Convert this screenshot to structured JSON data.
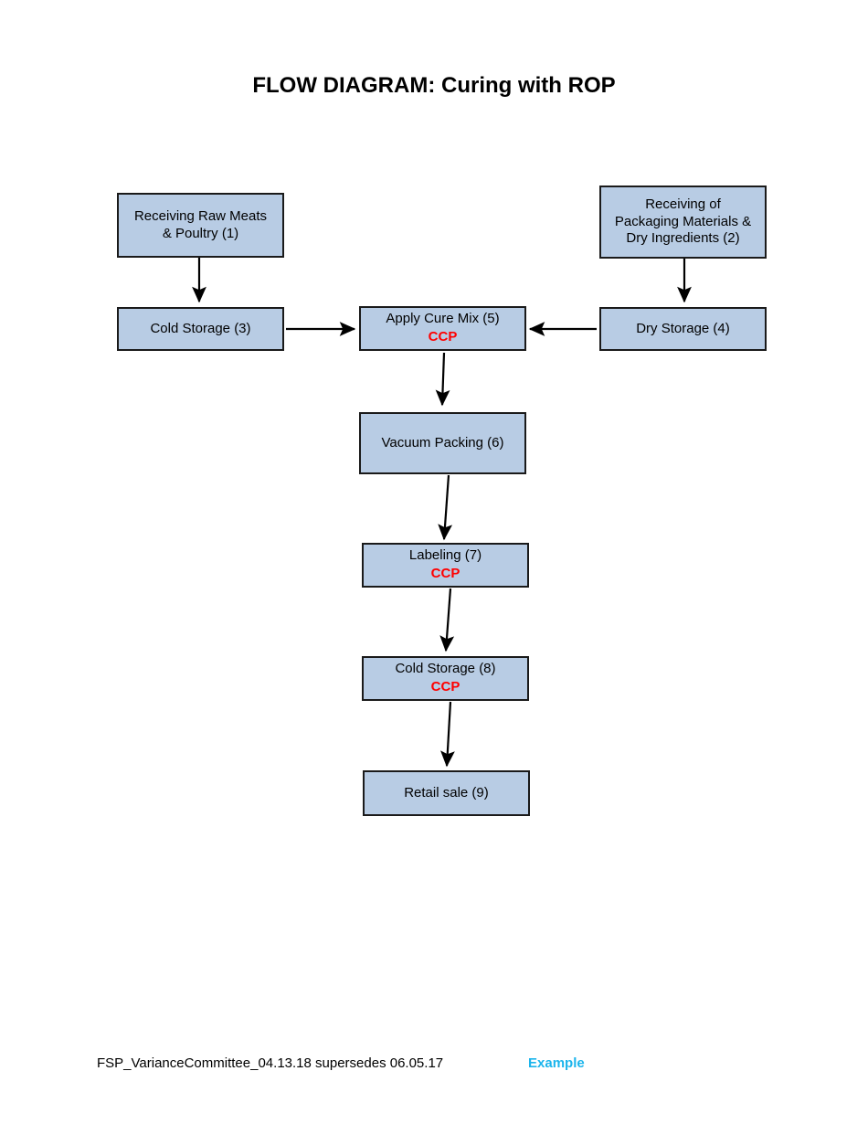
{
  "document": {
    "title": "FLOW DIAGRAM: Curing with ROP"
  },
  "nodes": [
    {
      "id": "node-1",
      "label": "Receiving Raw Meats\n& Poultry (1)",
      "number": 1,
      "ccp": ""
    },
    {
      "id": "node-2",
      "label": "Receiving of\nPackaging Materials &\nDry Ingredients (2)",
      "number": 2,
      "ccp": ""
    },
    {
      "id": "node-3",
      "label": "Cold Storage (3)",
      "number": 3,
      "ccp": ""
    },
    {
      "id": "node-4",
      "label": "Dry Storage (4)",
      "number": 4,
      "ccp": ""
    },
    {
      "id": "node-5",
      "label": "Apply Cure Mix (5)",
      "number": 5,
      "ccp": "CCP"
    },
    {
      "id": "node-6",
      "label": "Vacuum Packing (6)",
      "number": 6,
      "ccp": ""
    },
    {
      "id": "node-7",
      "label": "Labeling (7)",
      "number": 7,
      "ccp": "CCP"
    },
    {
      "id": "node-8",
      "label": "Cold Storage (8)",
      "number": 8,
      "ccp": "CCP"
    },
    {
      "id": "node-9",
      "label": "Retail sale (9)",
      "number": 9,
      "ccp": ""
    }
  ],
  "connectors": [
    {
      "from": 1,
      "to": 3,
      "direction": "down"
    },
    {
      "from": 2,
      "to": 4,
      "direction": "down"
    },
    {
      "from": 3,
      "to": 5,
      "direction": "right"
    },
    {
      "from": 4,
      "to": 5,
      "direction": "left"
    },
    {
      "from": 5,
      "to": 6,
      "direction": "down"
    },
    {
      "from": 6,
      "to": 7,
      "direction": "down"
    },
    {
      "from": 7,
      "to": 8,
      "direction": "down"
    },
    {
      "from": 8,
      "to": 9,
      "direction": "down"
    }
  ],
  "footer": {
    "revision": "FSP_VarianceCommittee_04.13.18 supersedes 06.05.17",
    "example_label": "Example"
  },
  "colors": {
    "box_fill": "#b8cce4",
    "box_border": "#1a1a1a",
    "ccp_red": "#ff0000",
    "example_cyan": "#1cb5ec",
    "text": "#000000",
    "page_background": "#ffffff"
  }
}
